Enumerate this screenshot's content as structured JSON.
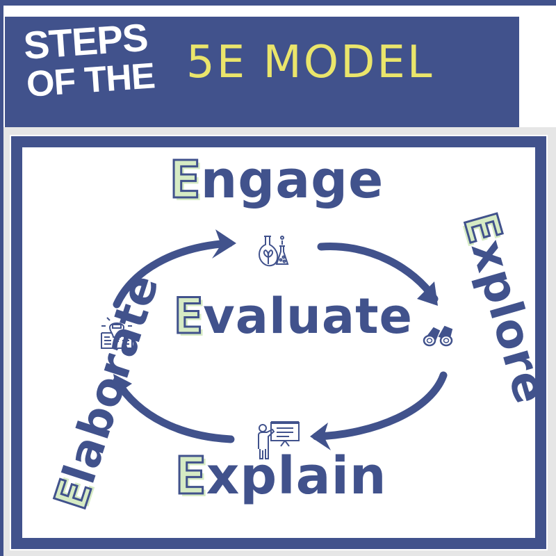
{
  "title": {
    "line1": "STEPS",
    "line2": "OF THE",
    "highlight": "5E MODEL"
  },
  "colors": {
    "primary_blue": "#41528c",
    "accent_yellow": "#f4ed6a",
    "accent_green": "#d6ebc4",
    "background": "#ffffff"
  },
  "cycle": {
    "center": {
      "initial": "E",
      "rest": "valuate",
      "full": "Evaluate"
    },
    "steps": [
      {
        "initial": "E",
        "rest": "ngage",
        "full": "Engage",
        "icon": "science-flasks-icon"
      },
      {
        "initial": "E",
        "rest": "xplore",
        "full": "Explore",
        "icon": "binoculars-icon"
      },
      {
        "initial": "E",
        "rest": "xplain",
        "full": "Explain",
        "icon": "teacher-presentation-icon"
      },
      {
        "initial": "E",
        "rest": "laborate",
        "full": "Elaborate",
        "icon": "lightbulb-book-icon"
      }
    ]
  }
}
